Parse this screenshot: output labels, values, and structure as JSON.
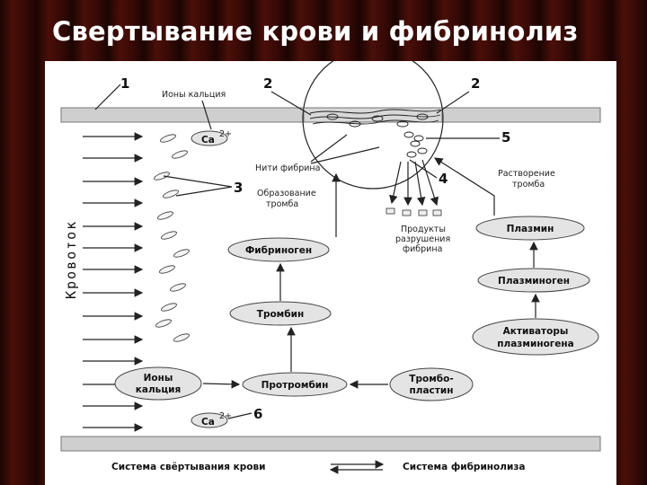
{
  "slide": {
    "title": "Свертывание крови и фибринолиз"
  },
  "diagram": {
    "vertical_label": "Кровоток",
    "labels": {
      "ions_calcium_top": "Ионы кальция",
      "ca_top": "Ca",
      "ca_top_sup": "2+",
      "fibrin_threads": "Нити фибрина",
      "clot_formation_l1": "Образование",
      "clot_formation_l2": "тромба",
      "dissolution_l1": "Растворение",
      "dissolution_l2": "тромба",
      "products_l1": "Продукты",
      "products_l2": "разрушения",
      "products_l3": "фибрина",
      "ca_bottom": "Ca",
      "ca_bottom_sup": "2+"
    },
    "numbers": {
      "n1": "1",
      "n2a": "2",
      "n2b": "2",
      "n3": "3",
      "n4": "4",
      "n5": "5",
      "n6": "6"
    },
    "nodes": {
      "fibrinogen": "Фибриноген",
      "thrombin": "Тромбин",
      "prothrombin": "Протромбин",
      "calcium_ions_l1": "Ионы",
      "calcium_ions_l2": "кальция",
      "thromboplastin_l1": "Тромбо-",
      "thromboplastin_l2": "пластин",
      "plasmin": "Плазмин",
      "plasminogen": "Плазминоген",
      "activators_l1": "Активаторы",
      "activators_l2": "плазминогена"
    },
    "footer": {
      "coagulation_system": "Система свёртывания крови",
      "fibrinolysis_system": "Система фибринолиза"
    }
  }
}
